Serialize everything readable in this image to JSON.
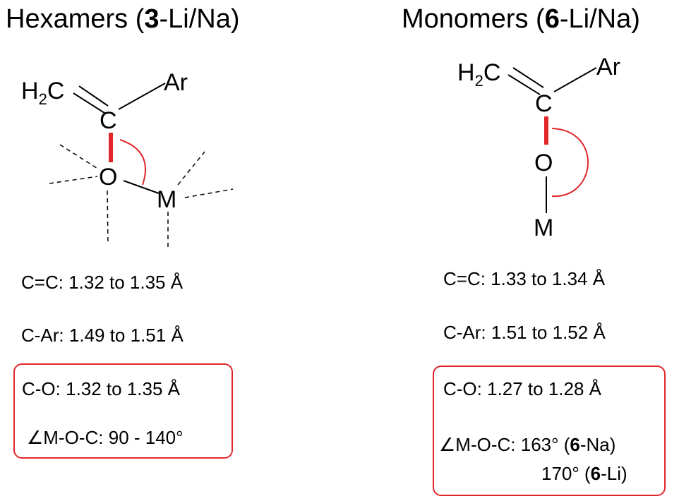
{
  "left": {
    "title_main": "Hexamers (",
    "title_bold": "3",
    "title_tail": "-Li/Na)",
    "atoms": {
      "h2c_h": "H",
      "h2c_sub": "2",
      "h2c_c": "C",
      "ar": "Ar",
      "c": "C",
      "o": "O",
      "m": "M"
    },
    "props": {
      "cc": "C=C: 1.32 to 1.35 Å",
      "car": "C-Ar: 1.49 to 1.51 Å",
      "co": "C-O: 1.32 to 1.35 Å",
      "angle": "∠M-O-C: 90 - 140°"
    }
  },
  "right": {
    "title_main": "Monomers (",
    "title_bold": "6",
    "title_tail": "-Li/Na)",
    "atoms": {
      "h2c_h": "H",
      "h2c_sub": "2",
      "h2c_c": "C",
      "ar": "Ar",
      "c": "C",
      "o": "O",
      "m": "M"
    },
    "props": {
      "cc": "C=C: 1.33 to 1.34 Å",
      "car": "C-Ar: 1.51 to 1.52 Å",
      "co": "C-O: 1.27 to 1.28 Å",
      "angle_prefix": "∠M-O-C: 163° (",
      "angle_bold1": "6",
      "angle_tail1": "-Na)",
      "angle2_prefix": "170° (",
      "angle_bold2": "6",
      "angle_tail2": "-Li)"
    }
  },
  "colors": {
    "highlight": "#e0282b",
    "text": "#000000"
  }
}
